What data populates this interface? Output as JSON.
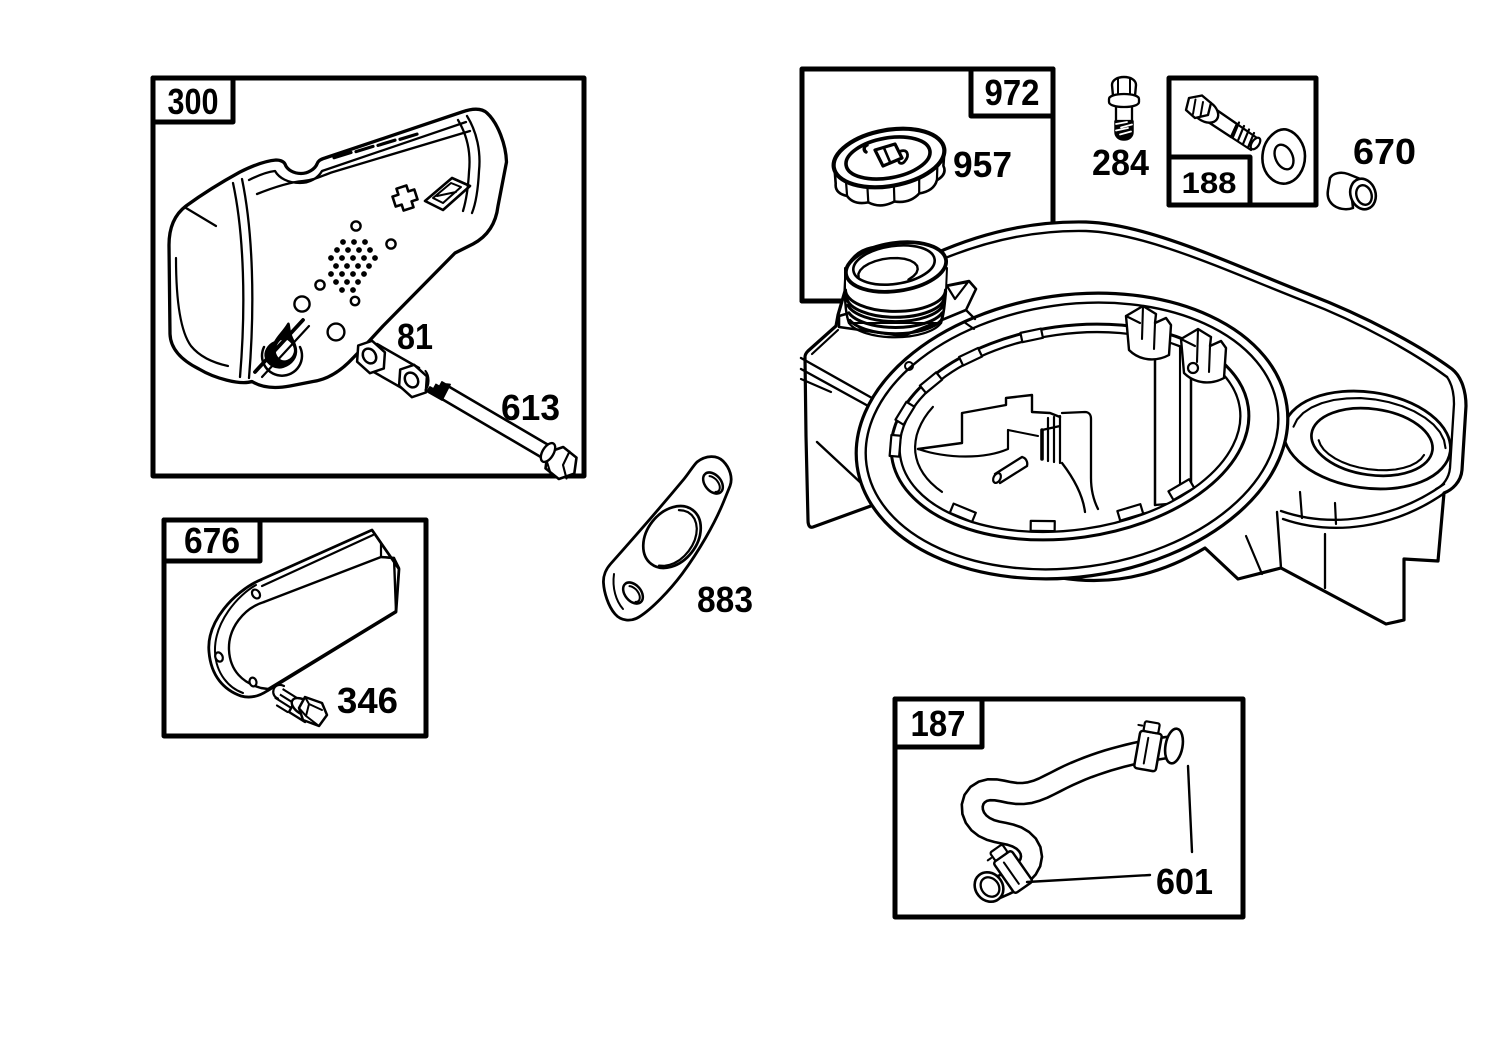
{
  "diagram": {
    "background": "#ffffff",
    "ink": "#000000",
    "panels": {
      "p300": {
        "label": "300"
      },
      "p676": {
        "label": "676"
      },
      "p972": {
        "label": "972"
      },
      "p188": {
        "label": "188"
      },
      "p187": {
        "label": "187"
      }
    },
    "callouts": {
      "c81": "81",
      "c613": "613",
      "c346": "346",
      "c883": "883",
      "c957": "957",
      "c284": "284",
      "c670": "670",
      "c601": "601"
    }
  }
}
